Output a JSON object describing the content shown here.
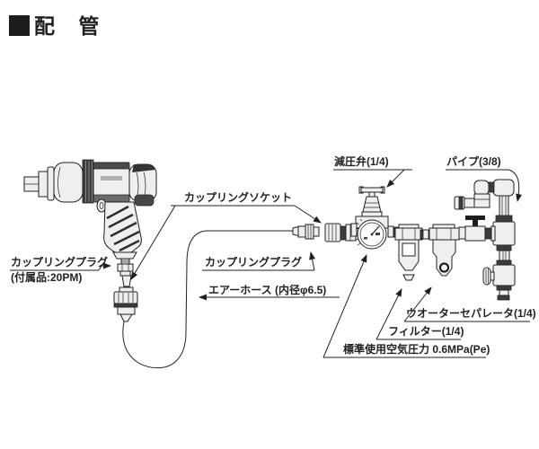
{
  "title": "配 管",
  "diagram": {
    "labels": {
      "coupling_socket": "カップリングソケット",
      "coupling_plug_tool": "カップリングプラグ",
      "coupling_plug_tool_note": "(付属品:20PM)",
      "coupling_plug_hose": "カップリングプラグ",
      "air_hose": "エアーホース (内径φ6.5)",
      "pressure_reducing_valve": "減圧弁(1/4)",
      "pipe": "パイプ(3/8)",
      "water_separator": "ウオーターセパレータ(1/4)",
      "filter": "フィルター(1/4)",
      "standard_air_pressure": "標準使用空気圧力 0.6MPa(Pe)"
    },
    "colors": {
      "line": "#231f20",
      "background": "#ffffff"
    }
  }
}
